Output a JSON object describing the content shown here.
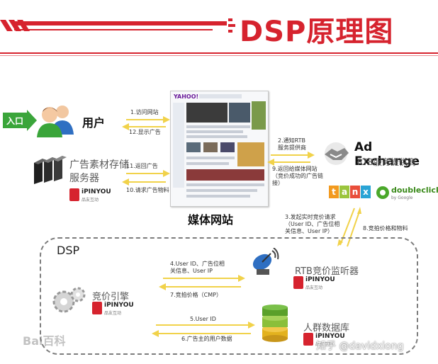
{
  "header": {
    "title": "DSP原理图"
  },
  "entry": {
    "label": "入口"
  },
  "user": {
    "label": "用户"
  },
  "storage": {
    "label_line1": "广告素材存储",
    "label_line2": "服务器"
  },
  "ipinyou": {
    "brand": "iPINYOU",
    "sub": "品友互动"
  },
  "website": {
    "label": "媒体网站",
    "logo": "YAHOO!"
  },
  "adexchange": {
    "title": "Ad Exchange",
    "subtitle": "RTB服务提供商"
  },
  "partners": {
    "tanx": "tanx",
    "doubleclick": "doubleclick",
    "doubleclick_sub": "by Google"
  },
  "steps": {
    "s1": "1.访问网站",
    "s12": "12.显示广告",
    "s11": "11.返回广告",
    "s10": "10.请求广告物料",
    "s2_line1": "2.通知RTB",
    "s2_line2": "服务提供商",
    "s9_line1": "9.返回给媒体网站",
    "s9_line2": "（竞价成功的广告链",
    "s9_line3": "接）",
    "s3_line1": "3.发起实时竞价请求",
    "s3_line2": "（User ID、广告位相",
    "s3_line3": "关信息、User IP）",
    "s8": "8.竞拍价格和物料",
    "s4_line1": "4.User ID、广告位相",
    "s4_line2": "关信息、User IP",
    "s7": "7.竞拍价格（CMP）",
    "s5": "5.User ID",
    "s6": "6.广告主的用户数据"
  },
  "dsp": {
    "label": "DSP",
    "bidder": "竞价引擎",
    "monitor": "RTB竞价监听器",
    "database": "人群数据库"
  },
  "watermarks": {
    "left": "Bai百科",
    "right": "知乎 @davidxiong"
  },
  "colors": {
    "red": "#d6232e",
    "arrow": "#f1d24a",
    "green": "#3aa53a"
  }
}
